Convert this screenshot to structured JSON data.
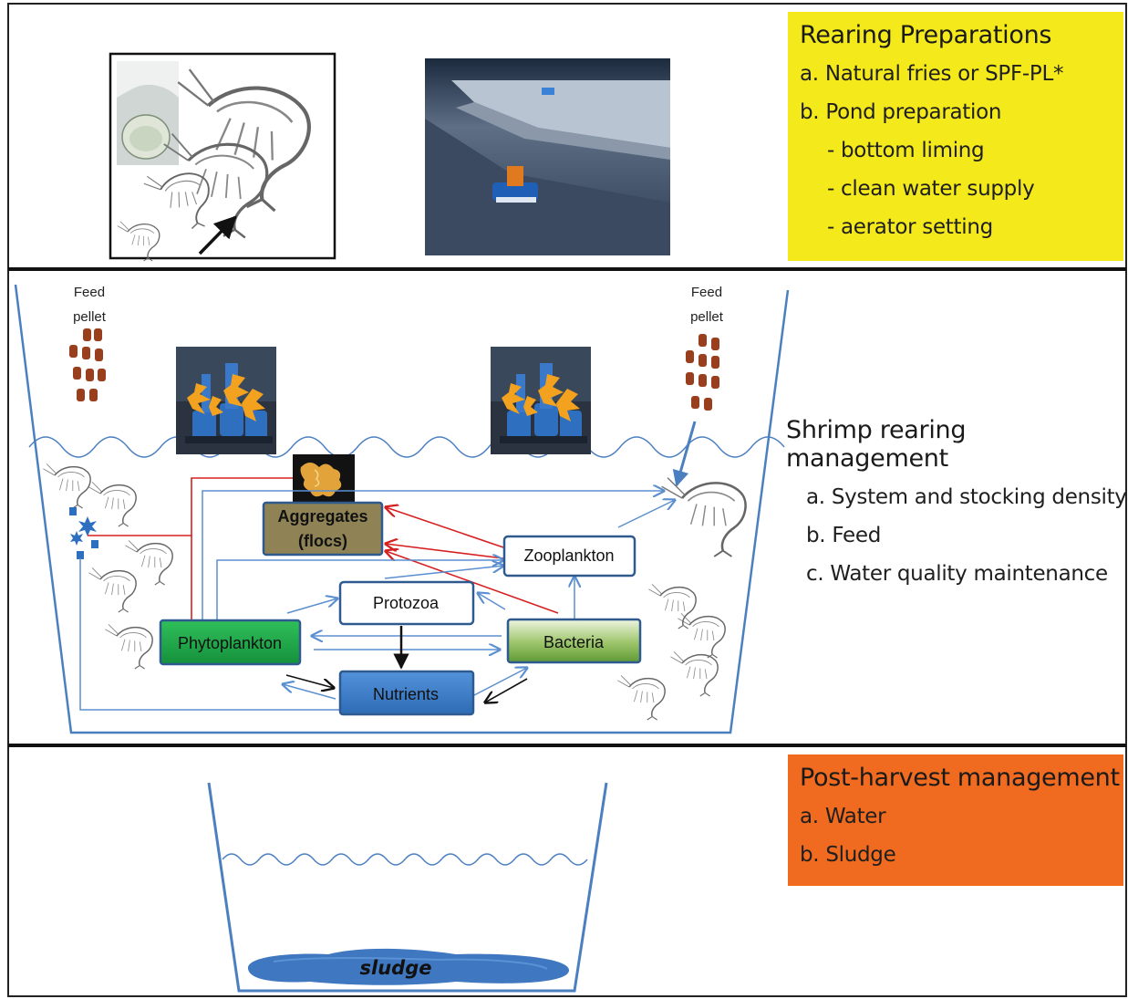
{
  "colors": {
    "prep_panel": "#f4e91b",
    "post_panel": "#f06a1f",
    "pond_line": "#4b7fc0",
    "water_line": "#4b7fc0",
    "flow_arrow_blue": "#5b8fd0",
    "flow_arrow_red": "#d62020",
    "phytoplankton": "#1fa34a",
    "bacteria": "#7fb04a",
    "nutrients": "#3b7cc6",
    "aggregates": "#8f8356",
    "pellet": "#9a3f1d",
    "sludge": "#3f78c0"
  },
  "prep": {
    "title": "Rearing Preparations",
    "items": [
      "a. Natural fries or SPF-PL*",
      "b. Pond preparation",
      "- bottom liming",
      "- clean water supply",
      "- aerator setting"
    ]
  },
  "mgmt": {
    "title": "Shrimp rearing management",
    "items": [
      "a. System and stocking density",
      "b. Feed",
      "c. Water quality maintenance"
    ]
  },
  "post": {
    "title": "Post-harvest management",
    "items": [
      "a.  Water",
      "b.  Sludge"
    ]
  },
  "pond": {
    "feed_left": [
      "Feed",
      "pellet"
    ],
    "feed_right": [
      "Feed",
      "pellet"
    ],
    "nodes": {
      "aggregates": [
        "Aggregates",
        "(flocs)"
      ],
      "zooplankton": "Zooplankton",
      "protozoa": "Protozoa",
      "phytoplankton": "Phytoplankton",
      "bacteria": "Bacteria",
      "nutrients": "Nutrients"
    },
    "sludge_label": "sludge"
  },
  "icons": {
    "larvae_photo": "shrimp-larvae-photo",
    "pond_photo": "lined-pond-photo",
    "aerator": "paddlewheel-aerator-icon",
    "shrimp": "shrimp-icon",
    "floc": "floc-photo"
  }
}
